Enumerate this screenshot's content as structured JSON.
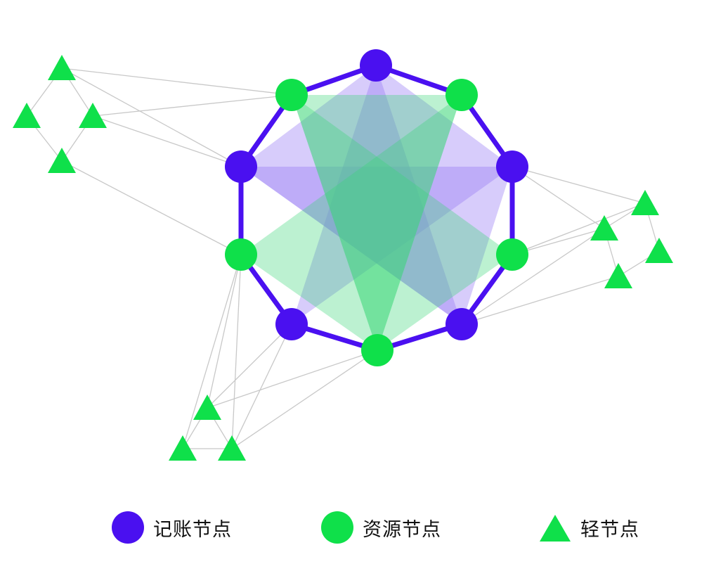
{
  "colors": {
    "ledger": "#4A10F0",
    "resource": "#0FE04A",
    "light": "#0FE04A",
    "edge": "#C8C8C8",
    "ring": "#4A10F0",
    "fill_purple": "rgba(150,120,245,0.38)",
    "fill_green": "rgba(60,215,120,0.34)"
  },
  "icons": {
    "ledger": "filled-circle",
    "resource": "filled-circle",
    "light": "filled-triangle"
  },
  "legend": {
    "ledger_label": "记账节点",
    "resource_label": "资源节点",
    "light_label": "轻节点"
  }
}
